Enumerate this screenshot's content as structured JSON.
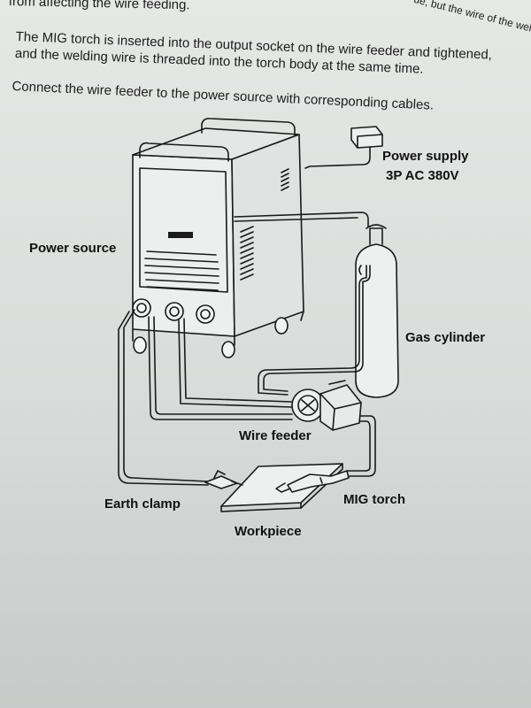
{
  "text": {
    "line1": "from affecting the wire feeding.",
    "line1_right": "ue, but the wire of the welding wire",
    "line2a": "The MIG torch is inserted into the output socket on the wire feeder and tightened,",
    "line2b": "and the welding wire is threaded into the torch body at the same time.",
    "line3": "Connect the wire feeder to the power source with corresponding cables."
  },
  "labels": {
    "power_supply_1": "Power supply",
    "power_supply_2": "3P AC 380V",
    "power_source": "Power source",
    "gas_cylinder": "Gas cylinder",
    "wire_feeder": "Wire feeder",
    "earth_clamp": "Earth clamp",
    "mig_torch": "MIG torch",
    "workpiece": "Workpiece"
  },
  "colors": {
    "paper": "#dfe2e0",
    "ink": "#1c1c1c"
  }
}
